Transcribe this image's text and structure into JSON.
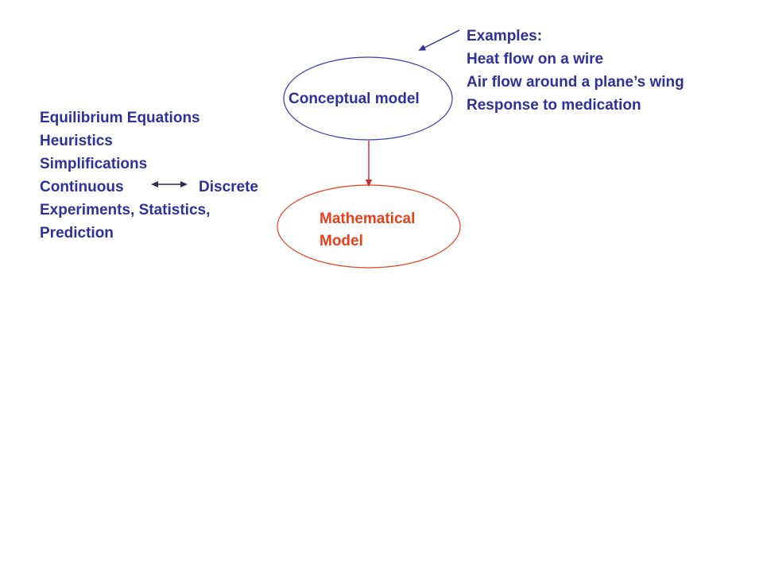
{
  "nodes": {
    "conceptual": {
      "label": "Conceptual model",
      "color": "#30309a"
    },
    "mathematical": {
      "line1": "Mathematical",
      "line2": "Model",
      "color": "#e8401c"
    }
  },
  "examples": {
    "heading": "Examples:",
    "items": [
      "Heat flow on a wire",
      "Air flow around a plane’s wing",
      "Response to medication"
    ]
  },
  "methods": {
    "items": [
      "Equilibrium Equations",
      "Heuristics",
      "Simplifications"
    ],
    "continuous": "Continuous",
    "discrete": "Discrete",
    "tail": [
      "Experiments, Statistics,",
      "Prediction"
    ]
  },
  "colors": {
    "blue": "#30309a",
    "red": "#e8401c",
    "background": "#ffffff"
  }
}
